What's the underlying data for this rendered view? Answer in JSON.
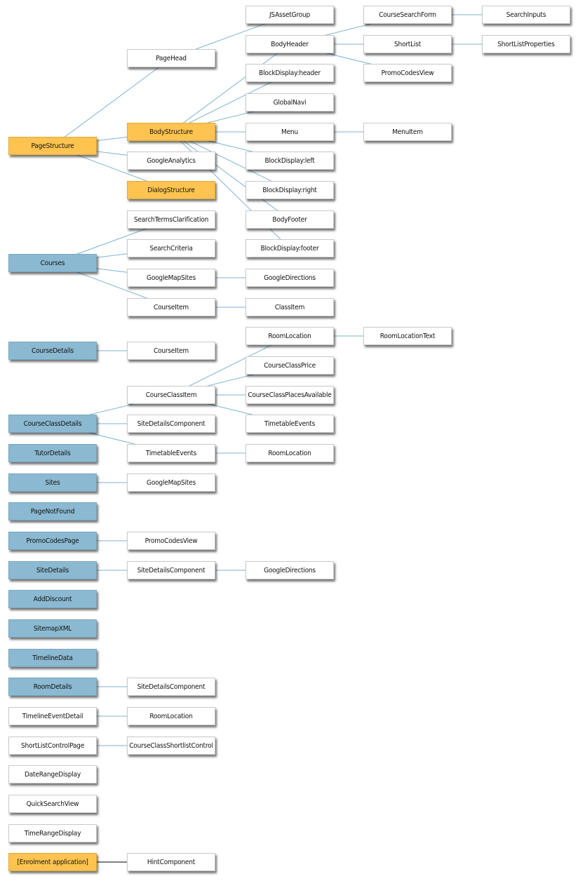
{
  "diagram": {
    "nodes": [
      {
        "id": "n-pagestructure",
        "label": "PageStructure",
        "style": "orange"
      },
      {
        "id": "n-pagehead",
        "label": "PageHead",
        "style": "white"
      },
      {
        "id": "n-bodystructure",
        "label": "BodyStructure",
        "style": "orange"
      },
      {
        "id": "n-googleanalytics",
        "label": "GoogleAnalytics",
        "style": "white"
      },
      {
        "id": "n-dialogstructure",
        "label": "DialogStructure",
        "style": "orange"
      },
      {
        "id": "n-jsassetgroup",
        "label": "JSAssetGroup",
        "style": "white"
      },
      {
        "id": "n-bodyheader",
        "label": "BodyHeader",
        "style": "white"
      },
      {
        "id": "n-blockdisplay-header",
        "label": "BlockDisplay:header",
        "style": "white"
      },
      {
        "id": "n-globalnavi",
        "label": "GlobalNavi",
        "style": "white"
      },
      {
        "id": "n-menu",
        "label": "Menu",
        "style": "white"
      },
      {
        "id": "n-blockdisplay-left",
        "label": "BlockDisplay:left",
        "style": "white"
      },
      {
        "id": "n-blockdisplay-right",
        "label": "BlockDisplay:right",
        "style": "white"
      },
      {
        "id": "n-bodyfooter",
        "label": "BodyFooter",
        "style": "white"
      },
      {
        "id": "n-blockdisplay-footer",
        "label": "BlockDisplay:footer",
        "style": "white"
      },
      {
        "id": "n-coursesearchform",
        "label": "CourseSearchForm",
        "style": "white"
      },
      {
        "id": "n-shortlist",
        "label": "ShortList",
        "style": "white"
      },
      {
        "id": "n-promocodesview-1",
        "label": "PromoCodesView",
        "style": "white"
      },
      {
        "id": "n-menuitem",
        "label": "MenuItem",
        "style": "white"
      },
      {
        "id": "n-searchinputs",
        "label": "SearchInputs",
        "style": "white"
      },
      {
        "id": "n-shortlistproperties",
        "label": "ShortListProperties",
        "style": "white"
      },
      {
        "id": "n-courses",
        "label": "Courses",
        "style": "blue"
      },
      {
        "id": "n-searchtermsclarification",
        "label": "SearchTermsClarification",
        "style": "white"
      },
      {
        "id": "n-searchcriteria",
        "label": "SearchCriteria",
        "style": "white"
      },
      {
        "id": "n-googlemapsites-1",
        "label": "GoogleMapSites",
        "style": "white"
      },
      {
        "id": "n-courseitem-1",
        "label": "CourseItem",
        "style": "white"
      },
      {
        "id": "n-googledirections-1",
        "label": "GoogleDirections",
        "style": "white"
      },
      {
        "id": "n-classitem",
        "label": "ClassItem",
        "style": "white"
      },
      {
        "id": "n-coursedetails",
        "label": "CourseDetails",
        "style": "blue"
      },
      {
        "id": "n-courseitem-2",
        "label": "CourseItem",
        "style": "white"
      },
      {
        "id": "n-roomlocation-1",
        "label": "RoomLocation",
        "style": "white"
      },
      {
        "id": "n-roomlocationtext",
        "label": "RoomLocationText",
        "style": "white"
      },
      {
        "id": "n-courseclassprice",
        "label": "CourseClassPrice",
        "style": "white"
      },
      {
        "id": "n-courseclassitem",
        "label": "CourseClassItem",
        "style": "white"
      },
      {
        "id": "n-courseclassplacesavailable",
        "label": "CourseClassPlacesAvailable",
        "style": "white"
      },
      {
        "id": "n-courseclassdetails",
        "label": "CourseClassDetails",
        "style": "blue"
      },
      {
        "id": "n-sitedetailscomponent-1",
        "label": "SiteDetailsComponent",
        "style": "white"
      },
      {
        "id": "n-timetableevents-1",
        "label": "TimetableEvents",
        "style": "white"
      },
      {
        "id": "n-timetableevents-2",
        "label": "TimetableEvents",
        "style": "white"
      },
      {
        "id": "n-roomlocation-2",
        "label": "RoomLocation",
        "style": "white"
      },
      {
        "id": "n-tutordetails",
        "label": "TutorDetails",
        "style": "blue"
      },
      {
        "id": "n-sites",
        "label": "Sites",
        "style": "blue"
      },
      {
        "id": "n-googlemapsites-2",
        "label": "GoogleMapSites",
        "style": "white"
      },
      {
        "id": "n-pagenotfound",
        "label": "PageNotFound",
        "style": "blue"
      },
      {
        "id": "n-promocodespage",
        "label": "PromoCodesPage",
        "style": "blue"
      },
      {
        "id": "n-promocodesview-2",
        "label": "PromoCodesView",
        "style": "white"
      },
      {
        "id": "n-sitedetails",
        "label": "SiteDetails",
        "style": "blue"
      },
      {
        "id": "n-sitedetailscomponent-2",
        "label": "SiteDetailsComponent",
        "style": "white"
      },
      {
        "id": "n-googledirections-2",
        "label": "GoogleDirections",
        "style": "white"
      },
      {
        "id": "n-adddiscount",
        "label": "AddDiscount",
        "style": "blue"
      },
      {
        "id": "n-sitemapxml",
        "label": "SitemapXML",
        "style": "blue"
      },
      {
        "id": "n-timelinedata",
        "label": "TimelineData",
        "style": "blue"
      },
      {
        "id": "n-roomdetails",
        "label": "RoomDetails",
        "style": "blue"
      },
      {
        "id": "n-sitedetailscomponent-3",
        "label": "SiteDetailsComponent",
        "style": "white"
      },
      {
        "id": "n-timelineeventdetail",
        "label": "TimelineEventDetail",
        "style": "white"
      },
      {
        "id": "n-roomlocation-3",
        "label": "RoomLocation",
        "style": "white"
      },
      {
        "id": "n-shortlistcontrolpage",
        "label": "ShortListControlPage",
        "style": "white"
      },
      {
        "id": "n-courseclassshortlistcontrol",
        "label": "CourseClassShortlistControl",
        "style": "white"
      },
      {
        "id": "n-daterangedisplay",
        "label": "DateRangeDisplay",
        "style": "white"
      },
      {
        "id": "n-quicksearchview",
        "label": "QuickSearchView",
        "style": "white"
      },
      {
        "id": "n-timerangedisplay",
        "label": "TimeRangeDisplay",
        "style": "white"
      },
      {
        "id": "n-enrolment-application",
        "label": "[Enrolment application]",
        "style": "orange"
      },
      {
        "id": "n-hintcomponent",
        "label": "HintComponent",
        "style": "white"
      }
    ],
    "edges": [
      {
        "from": "n-pagestructure",
        "to": "n-pagehead"
      },
      {
        "from": "n-pagestructure",
        "to": "n-bodystructure"
      },
      {
        "from": "n-pagestructure",
        "to": "n-googleanalytics"
      },
      {
        "from": "n-pagestructure",
        "to": "n-dialogstructure"
      },
      {
        "from": "n-pagehead",
        "to": "n-jsassetgroup"
      },
      {
        "from": "n-bodystructure",
        "to": "n-bodyheader"
      },
      {
        "from": "n-bodystructure",
        "to": "n-blockdisplay-header"
      },
      {
        "from": "n-bodystructure",
        "to": "n-globalnavi"
      },
      {
        "from": "n-bodystructure",
        "to": "n-menu"
      },
      {
        "from": "n-bodystructure",
        "to": "n-blockdisplay-left"
      },
      {
        "from": "n-bodystructure",
        "to": "n-blockdisplay-right"
      },
      {
        "from": "n-bodystructure",
        "to": "n-bodyfooter"
      },
      {
        "from": "n-bodystructure",
        "to": "n-blockdisplay-footer"
      },
      {
        "from": "n-bodyheader",
        "to": "n-coursesearchform"
      },
      {
        "from": "n-bodyheader",
        "to": "n-shortlist"
      },
      {
        "from": "n-bodyheader",
        "to": "n-promocodesview-1"
      },
      {
        "from": "n-coursesearchform",
        "to": "n-searchinputs"
      },
      {
        "from": "n-shortlist",
        "to": "n-shortlistproperties"
      },
      {
        "from": "n-menu",
        "to": "n-menuitem"
      },
      {
        "from": "n-courses",
        "to": "n-searchtermsclarification"
      },
      {
        "from": "n-courses",
        "to": "n-searchcriteria"
      },
      {
        "from": "n-courses",
        "to": "n-googlemapsites-1"
      },
      {
        "from": "n-courses",
        "to": "n-courseitem-1"
      },
      {
        "from": "n-googlemapsites-1",
        "to": "n-googledirections-1"
      },
      {
        "from": "n-courseitem-1",
        "to": "n-classitem"
      },
      {
        "from": "n-coursedetails",
        "to": "n-courseitem-2"
      },
      {
        "from": "n-roomlocation-1",
        "to": "n-roomlocationtext"
      },
      {
        "from": "n-courseclassdetails",
        "to": "n-courseclassitem"
      },
      {
        "from": "n-courseclassdetails",
        "to": "n-sitedetailscomponent-1"
      },
      {
        "from": "n-courseclassdetails",
        "to": "n-timetableevents-2"
      },
      {
        "from": "n-courseclassitem",
        "to": "n-roomlocation-1"
      },
      {
        "from": "n-courseclassitem",
        "to": "n-courseclassprice"
      },
      {
        "from": "n-courseclassitem",
        "to": "n-courseclassplacesavailable"
      },
      {
        "from": "n-courseclassitem",
        "to": "n-timetableevents-1"
      },
      {
        "from": "n-timetableevents-2",
        "to": "n-roomlocation-2"
      },
      {
        "from": "n-sites",
        "to": "n-googlemapsites-2"
      },
      {
        "from": "n-promocodespage",
        "to": "n-promocodesview-2"
      },
      {
        "from": "n-sitedetails",
        "to": "n-sitedetailscomponent-2"
      },
      {
        "from": "n-sitedetailscomponent-2",
        "to": "n-googledirections-2"
      },
      {
        "from": "n-roomdetails",
        "to": "n-sitedetailscomponent-3"
      },
      {
        "from": "n-timelineeventdetail",
        "to": "n-roomlocation-3"
      },
      {
        "from": "n-shortlistcontrolpage",
        "to": "n-courseclassshortlistcontrol"
      },
      {
        "from": "n-enrolment-application",
        "to": "n-hintcomponent",
        "color": "#000000"
      }
    ]
  },
  "colors": {
    "orange": "#ffc44f",
    "blue": "#8bb9d1",
    "white": "#ffffff",
    "edge": "#7fb3d3"
  }
}
